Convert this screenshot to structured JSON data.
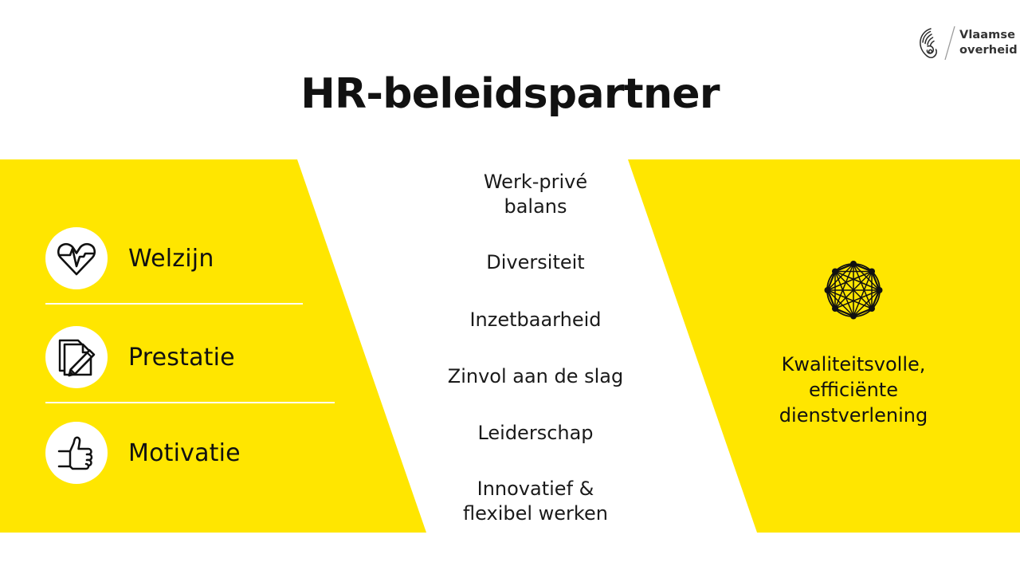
{
  "logo": {
    "mark": "flemish-lion-icon",
    "line1": "Vlaamse",
    "line2": "overheid"
  },
  "header": {
    "title": "HR-beleidspartner"
  },
  "colors": {
    "accent_yellow": "#FFE600",
    "text": "#111111",
    "panel_divider": "#FFFFFF"
  },
  "left_panel": {
    "pillars": [
      {
        "label": "Welzijn",
        "icon": "heartbeat-icon"
      },
      {
        "label": "Prestatie",
        "icon": "document-pencil-icon"
      },
      {
        "label": "Motivatie",
        "icon": "thumbs-up-icon"
      }
    ]
  },
  "middle_column": {
    "themes": [
      {
        "line1": "Werk-privé",
        "line2": "balans"
      },
      {
        "line1": "Diversiteit",
        "line2": ""
      },
      {
        "line1": "Inzetbaarheid",
        "line2": ""
      },
      {
        "line1": "Zinvol aan de slag",
        "line2": ""
      },
      {
        "line1": "Leiderschap",
        "line2": ""
      },
      {
        "line1": "Innovatief &",
        "line2": "flexibel werken"
      }
    ]
  },
  "right_panel": {
    "icon": "network-graph-icon",
    "outcome_line1": "Kwaliteitsvolle,",
    "outcome_line2": "efficiënte",
    "outcome_line3": "dienstverlening"
  }
}
